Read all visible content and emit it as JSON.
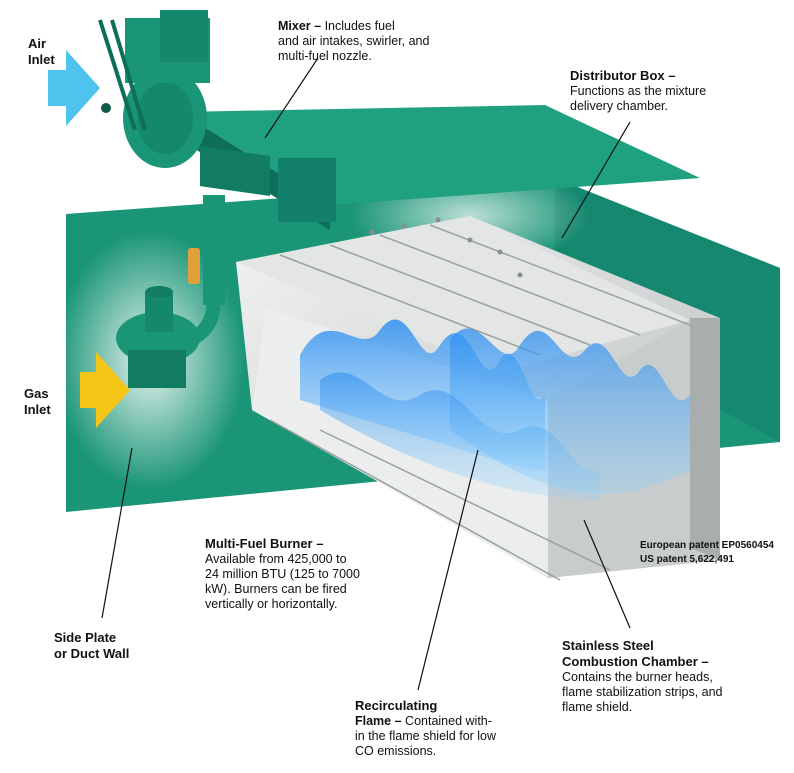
{
  "labels": {
    "air_inlet": {
      "line1": "Air",
      "line2": "Inlet"
    },
    "gas_inlet": {
      "line1": "Gas",
      "line2": "Inlet"
    },
    "mixer": {
      "title": "Mixer –",
      "line1": "Includes fuel",
      "line2": "and air intakes, swirler, and",
      "line3": "multi-fuel nozzle."
    },
    "distributor_box": {
      "title": "Distributor Box –",
      "line1": "Functions as the mixture",
      "line2": "delivery chamber."
    },
    "multi_fuel_burner": {
      "title": "Multi-Fuel Burner –",
      "line1": "Available from 425,000 to",
      "line2": "24 million BTU (125 to 7000",
      "line3": "kW). Burners can be fired",
      "line4": "vertically or horizontally."
    },
    "side_plate": {
      "line1": "Side Plate",
      "line2": "or Duct Wall"
    },
    "recirculating_flame": {
      "title1": "Recirculating",
      "title2": "Flame –",
      "line1": "Contained with-",
      "line2": "in the flame shield for low",
      "line3": "CO emissions."
    },
    "combustion_chamber": {
      "title1": "Stainless Steel",
      "title2": "Combustion Chamber –",
      "line1": "Contains the burner heads,",
      "line2": "flame stabilization strips, and",
      "line3": "flame shield."
    }
  },
  "patents": {
    "european": "European patent EP0560454",
    "us": "US patent 5,622,491"
  },
  "colors": {
    "duct_green": "#1a9576",
    "duct_green_dark": "#0e6e57",
    "air_arrow": "#4dc3ee",
    "gas_arrow": "#f5c518",
    "flame_blue": "#3fa9f5",
    "steel": "#d9dcdc"
  }
}
